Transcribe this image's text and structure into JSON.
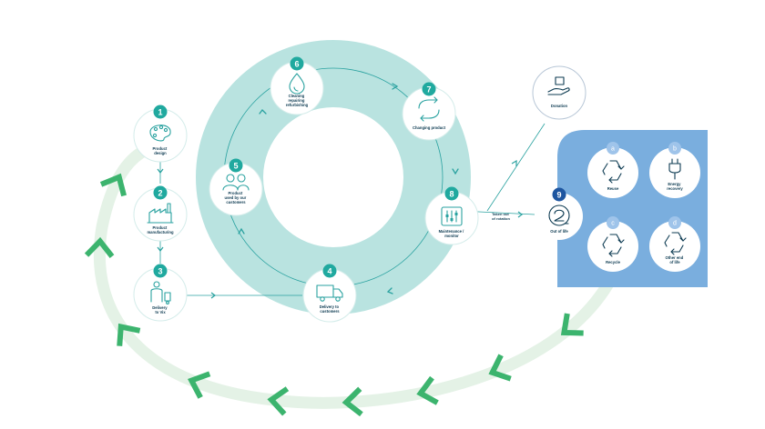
{
  "colors": {
    "ring": "#b9e3e0",
    "teal": "#2aa2a0",
    "badge": "#20a99f",
    "navy": "#0d3b52",
    "blue_panel": "#7aaede",
    "blue_badge": "#1e56a0",
    "letter_badge": "#9fc4ea",
    "green_arrow": "#3cb46e",
    "green_track": "#e4f2e6"
  },
  "linear_steps": [
    {
      "number": "1",
      "label_lines": [
        "Product",
        "design"
      ],
      "icon": "palette-icon"
    },
    {
      "number": "2",
      "label_lines": [
        "Product",
        "manufacturing"
      ],
      "icon": "factory-icon"
    },
    {
      "number": "3",
      "label_lines": [
        "Delivery",
        "to Vix"
      ],
      "icon": "worker-icon"
    }
  ],
  "cycle_steps": [
    {
      "number": "4",
      "label_lines": [
        "Delivery to",
        "customers"
      ],
      "icon": "truck-icon"
    },
    {
      "number": "5",
      "label_lines": [
        "Product",
        "used by our",
        "customers"
      ],
      "icon": "people-icon"
    },
    {
      "number": "6",
      "label_lines": [
        "Cleaning",
        "repairing",
        "refurbishing"
      ],
      "icon": "drop-icon"
    },
    {
      "number": "7",
      "label_lines": [
        "Changing product"
      ],
      "icon": "cycle-arrows-icon"
    },
    {
      "number": "8",
      "label_lines": [
        "Maintenance /",
        "monitor"
      ],
      "icon": "equalizer-icon"
    }
  ],
  "taken_out": {
    "label_lines": [
      "Taken out",
      "of rotation"
    ]
  },
  "donation": {
    "label": "Donation",
    "icon": "hand-box-icon"
  },
  "end_of_life": {
    "number": "9",
    "label": "Out of life",
    "icon": "recycle-icon",
    "options": [
      {
        "letter": "a",
        "label_lines": [
          "Reuse"
        ],
        "icon": "recycle-icon"
      },
      {
        "letter": "b",
        "label_lines": [
          "Energy",
          "recovery"
        ],
        "icon": "plug-icon"
      },
      {
        "letter": "c",
        "label_lines": [
          "Recycle"
        ],
        "icon": "recycle-icon"
      },
      {
        "letter": "d",
        "label_lines": [
          "Other end",
          "of life"
        ],
        "icon": "recycle-icon"
      }
    ]
  }
}
